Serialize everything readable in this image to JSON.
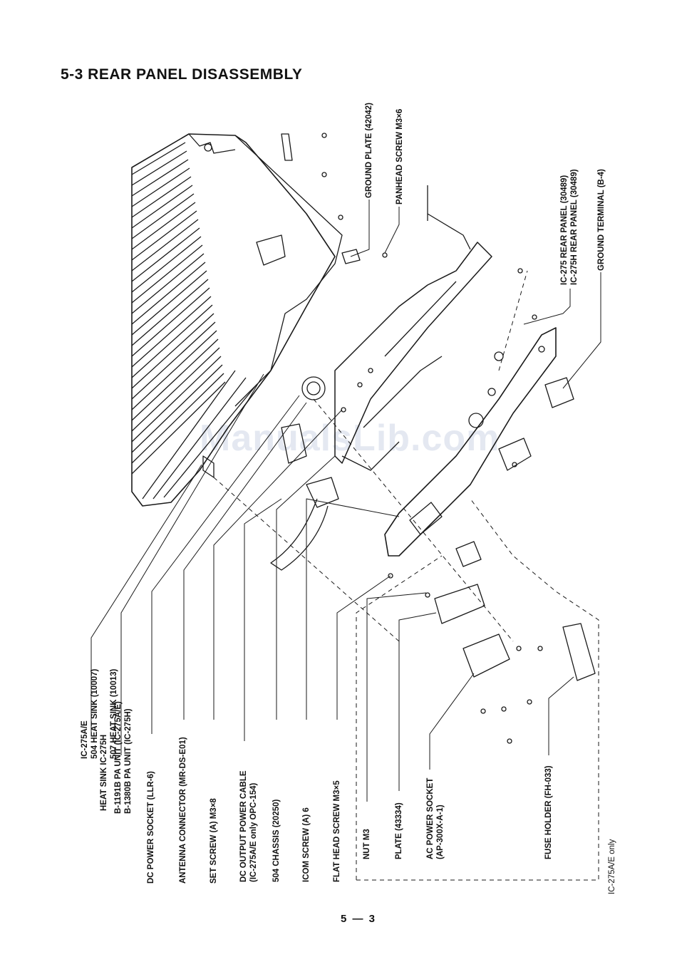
{
  "page": {
    "title": "5-3 REAR PANEL DISASSEMBLY",
    "page_number": "5 — 3",
    "watermark": "ManualsLib.com"
  },
  "labels": {
    "heat_sink": {
      "prefix": "HEAT SINK",
      "model_a": "IC-275A/E",
      "part_a": "504 HEAT SINK (10007)",
      "model_h": "IC-275H",
      "part_h": "507 HEAT SINK (10013)"
    },
    "pa_unit": {
      "line1": "B-1191B PA UNIT (IC-275A/E)",
      "line2": "B-1380B PA UNIT (IC-275H)"
    },
    "dc_power_socket": "DC POWER SOCKET (LLR-6)",
    "antenna_connector": "ANTENNA CONNECTOR (MR-DS-E01)",
    "set_screw": "SET SCREW (A) M3×8",
    "dc_output_cable": {
      "line1": "DC OUTPUT POWER CABLE",
      "line2": "(IC-275A/E only OPC-154)"
    },
    "chassis": "504 CHASSIS (20250)",
    "icom_screw": "ICOM SCREW (A) 6",
    "flat_head_screw": "FLAT HEAD SCREW M3×5",
    "nut": "NUT M3",
    "plate": "PLATE (43334)",
    "ac_power_socket": {
      "line1": "AC POWER SOCKET",
      "line2": "(AP-300X-A-1)"
    },
    "fuse_holder": "FUSE HOLDER (FH-033)",
    "ic275ae_only": "IC-275A/E only",
    "ground_plate": "GROUND PLATE (42042)",
    "panhead_screw": "PANHEAD SCREW M3×6",
    "rear_panel": {
      "line1": "IC-275 REAR PANEL (30489)",
      "line2": "IC-275H REAR PANEL (30489)"
    },
    "ground_terminal": "GROUND TERMINAL (B-4)"
  }
}
